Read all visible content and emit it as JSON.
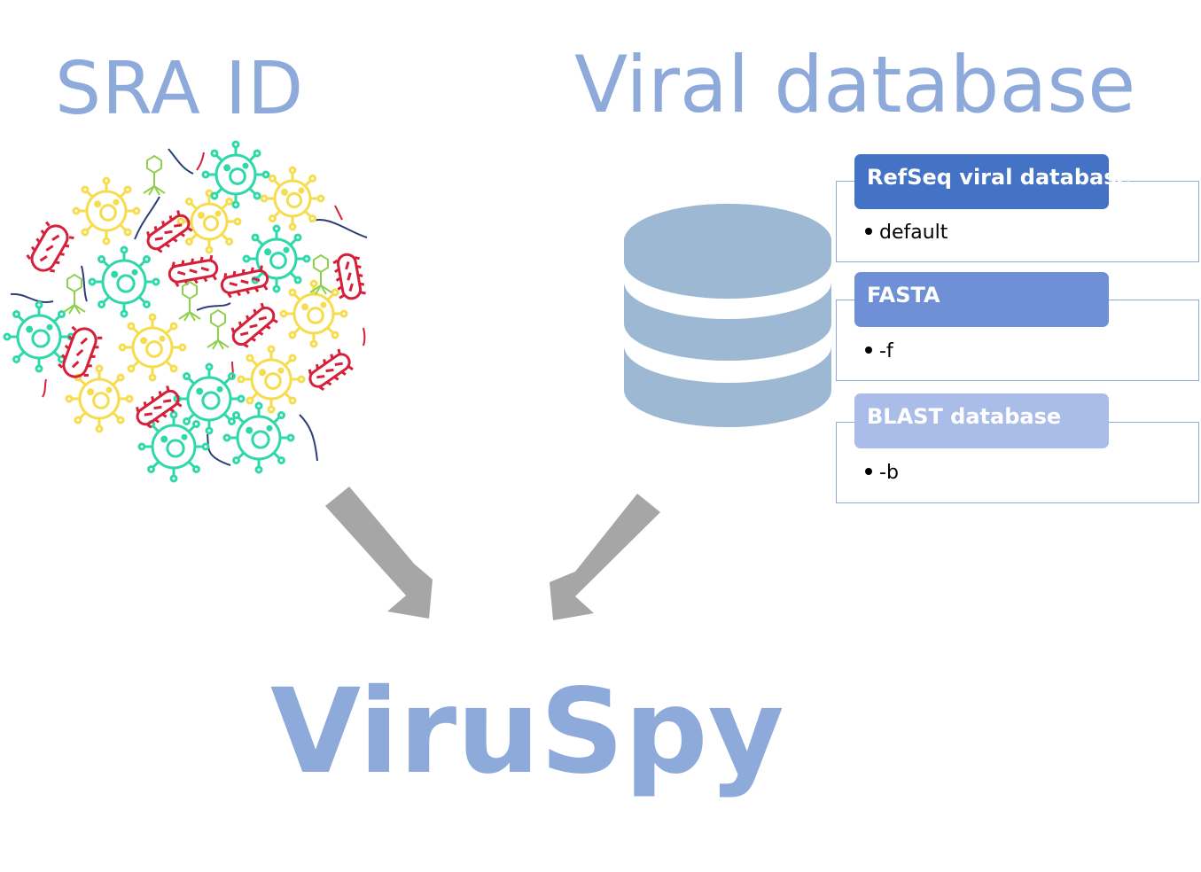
{
  "titles": {
    "sra": "SRA ID",
    "viral": "Viral database",
    "app": "ViruSpy"
  },
  "options": [
    {
      "label": "RefSeq viral database",
      "value": "default",
      "color": "#4472c4"
    },
    {
      "label": "FASTA",
      "value": "-f",
      "color": "#6f8fd6"
    },
    {
      "label": "BLAST database",
      "value": "-b",
      "color": "#a9bde8"
    }
  ],
  "colors": {
    "title": "#8eaadb",
    "database": "#9db8d2",
    "arrow": "#a6a6a6",
    "virus_yellow": "#f5dd4f",
    "virus_teal": "#2fd8a9",
    "bacteria_red": "#d6203a",
    "phage_green": "#8fd14f",
    "strand_navy": "#2a3f78"
  },
  "icons": [
    "microbe-cluster-icon",
    "database-cylinder-icon",
    "arrow-down-right-icon",
    "arrow-down-left-icon"
  ]
}
